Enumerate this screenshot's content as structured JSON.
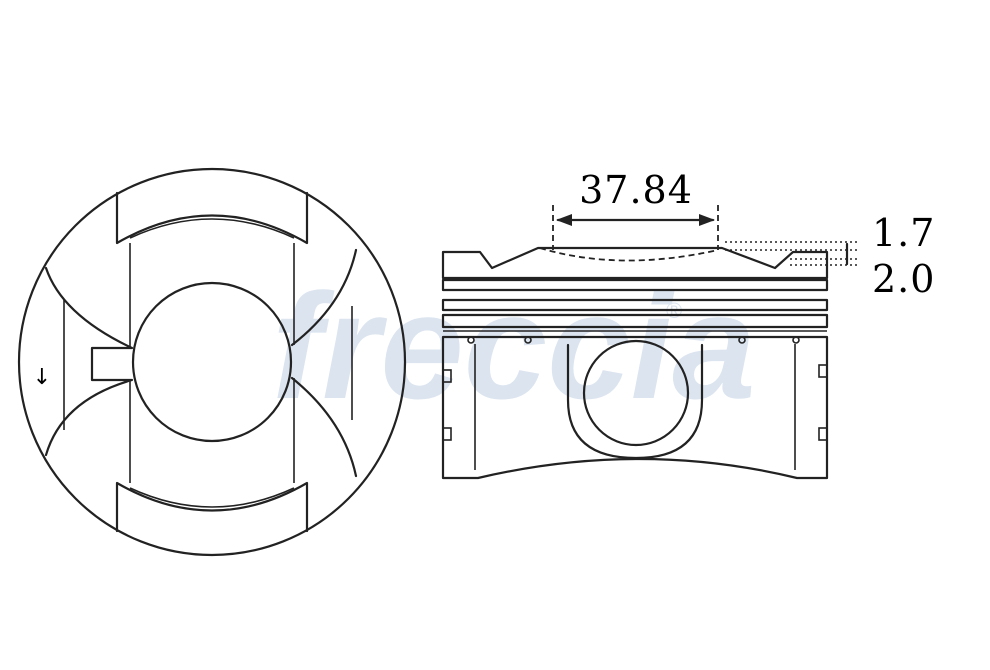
{
  "watermark": {
    "brand": "freccia",
    "registered_mark": "®"
  },
  "dimensions": {
    "bowl_diameter": "37.84",
    "bowl_depth_a": "1.7",
    "bowl_depth_b": "2.0"
  },
  "top_view": {
    "direction_arrow": "↓"
  }
}
